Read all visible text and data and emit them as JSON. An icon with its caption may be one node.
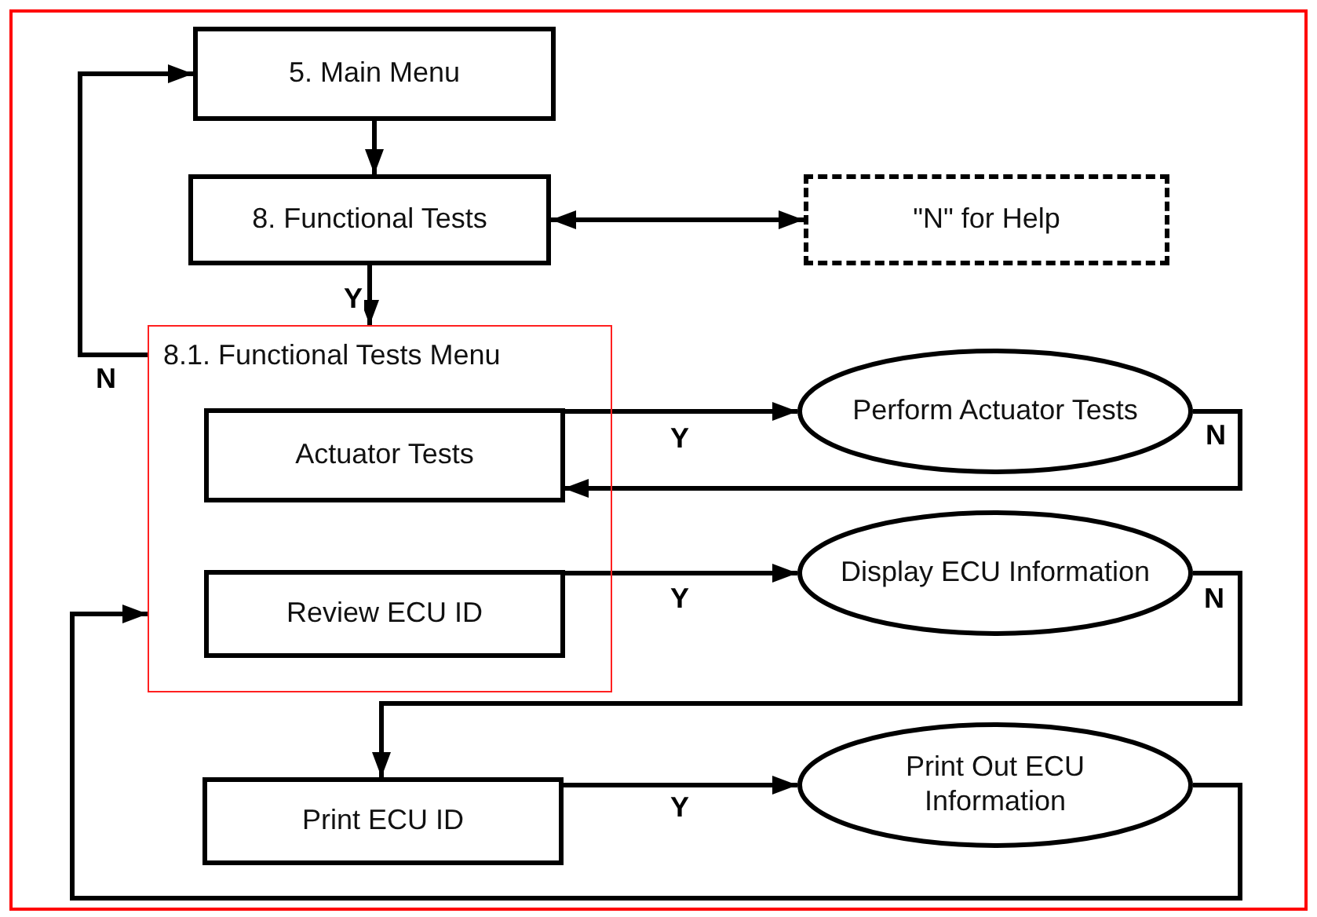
{
  "diagram": {
    "nodes": [
      {
        "text": [
          "5. Main Menu"
        ]
      },
      {
        "text": [
          "8. Functional Tests"
        ]
      },
      {
        "text": [
          "\"N\" for Help"
        ]
      },
      {
        "text": [
          "8.1. Functional Tests Menu"
        ]
      },
      {
        "text": [
          "Actuator Tests"
        ],
        "in": 3
      },
      {
        "text": [
          "Review ECU ID"
        ],
        "in": 3
      },
      {
        "text": [
          "Perform Actuator Tests"
        ]
      },
      {
        "text": [
          "Display ECU Information"
        ]
      },
      {
        "text": [
          "Print ECU ID"
        ]
      },
      {
        "text": [
          "Print Out ECU Information"
        ]
      }
    ],
    "edges": [
      {
        "from": 0,
        "to": 1,
        "arrow": "to"
      },
      {
        "from": 1,
        "to": 2,
        "arrow": "both"
      },
      {
        "from": 1,
        "to": 3,
        "arrow": "to",
        "label": "Y"
      },
      {
        "from": 3,
        "to": 0,
        "arrow": "to",
        "label": "N"
      },
      {
        "from": 4,
        "to": 6,
        "arrow": "to",
        "label": "Y"
      },
      {
        "from": 6,
        "to": 4,
        "arrow": "to",
        "label": "N"
      },
      {
        "from": 5,
        "to": 7,
        "arrow": "to",
        "label": "Y"
      },
      {
        "from": 7,
        "to": 8,
        "arrow": "to",
        "label": "N"
      },
      {
        "from": 8,
        "to": 9,
        "arrow": "to",
        "label": "Y"
      },
      {
        "from": 9,
        "to": 3,
        "arrow": "to"
      }
    ]
  }
}
